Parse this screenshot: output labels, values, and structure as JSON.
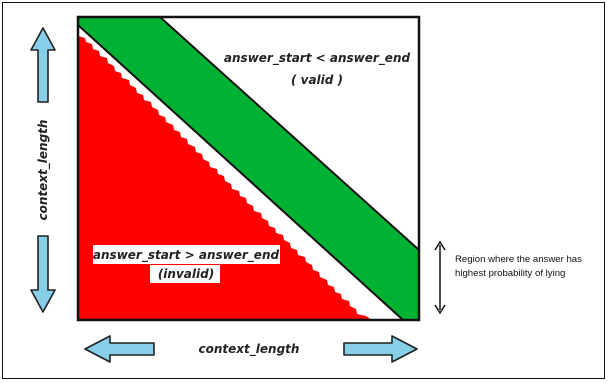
{
  "diagram": {
    "valid_region_label": "answer_start < answer_end",
    "valid_region_sublabel": "( valid )",
    "invalid_region_label": "answer_start > answer_end",
    "invalid_region_sublabel": "(invalid)",
    "y_axis_label": "context_length",
    "x_axis_label": "context_length",
    "band_annotation": "Region where the answer has highest probability of lying",
    "colors": {
      "invalid_fill": "#fe0000",
      "band_fill": "#00b233",
      "arrow_fill": "#87cfe8",
      "outline": "#111111"
    }
  }
}
